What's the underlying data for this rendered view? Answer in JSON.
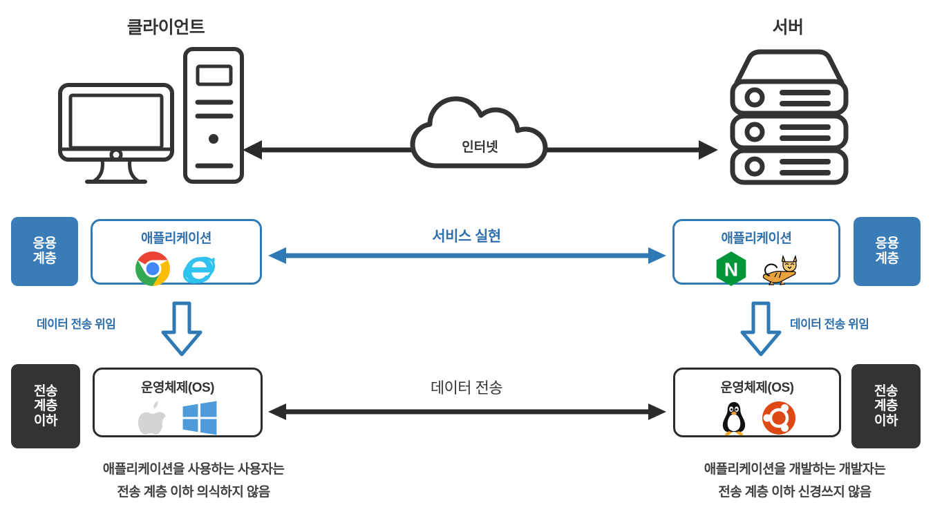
{
  "diagram": {
    "title_client": "클라이언트",
    "title_server": "서버",
    "cloud_label": "인터넷"
  },
  "layers": {
    "application": {
      "left_badge": "응용\n계층",
      "left_badge_line1": "응용",
      "left_badge_line2": "계층",
      "right_badge_line1": "응용",
      "right_badge_line2": "계층",
      "left_box_title": "애플리케이션",
      "right_box_title": "애플리케이션",
      "arrow_label": "서비스 실현",
      "left_logos": [
        "chrome-logo",
        "internet-explorer-logo"
      ],
      "right_logos": [
        "nginx-logo",
        "tomcat-logo"
      ]
    },
    "transport": {
      "left_badge_line1": "전송",
      "left_badge_line2": "계층",
      "left_badge_line3": "이하",
      "right_badge_line1": "전송",
      "right_badge_line2": "계층",
      "right_badge_line3": "이하",
      "left_box_title": "운영체제(OS)",
      "right_box_title": "운영체제(OS)",
      "arrow_label": "데이터 전송",
      "left_logos": [
        "apple-logo",
        "windows-logo"
      ],
      "right_logos": [
        "linux-tux-logo",
        "ubuntu-logo"
      ]
    }
  },
  "delegation": {
    "left_label": "데이터 전송 위임",
    "right_label": "데이터 전송 위임"
  },
  "captions": {
    "left_line1": "애플리케이션을 사용하는 사용자는",
    "left_line2": "전송 계층 이하 의식하지 않음",
    "right_line1": "애플리케이션을 개발하는 개발자는",
    "right_line2": "전송 계층 이하 신경쓰지 않음"
  },
  "colors": {
    "accent_blue": "#3a7cb8",
    "badge_blue": "#3a7cb8",
    "badge_dark": "#333333",
    "box_border_blue": "#2f7ab5",
    "box_border_dark": "#2b2b2b",
    "text_dark": "#333333",
    "arrow_blue": "#2f7ab5",
    "arrow_dark": "#2b2b2b",
    "nginx_green": "#009639",
    "ubuntu_orange": "#DD4814",
    "windows_blue": "#4f9bd9",
    "apple_gray": "#d4d4d4"
  }
}
